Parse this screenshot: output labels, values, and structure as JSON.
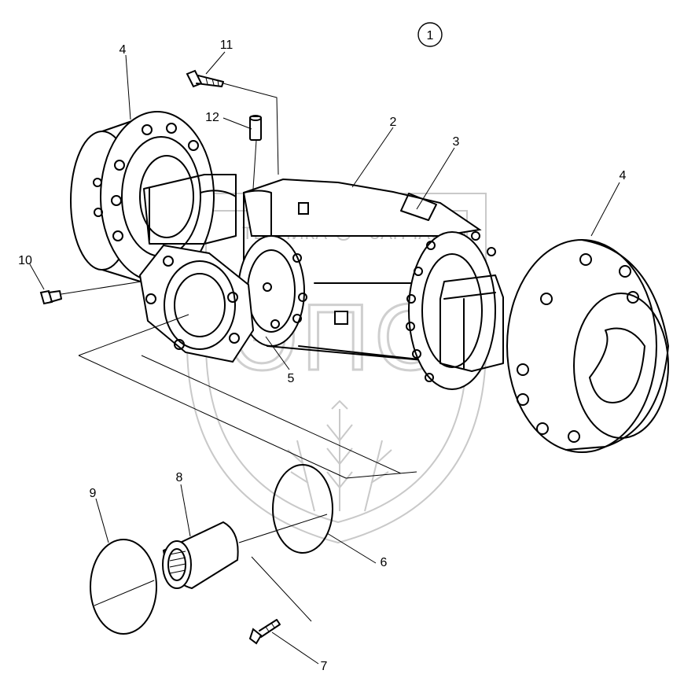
{
  "diagram": {
    "group_badge": "1",
    "watermark": {
      "left_text": "ТЕХНИКА",
      "right_text": "ЗАПЧАСТИ",
      "monogram": "ЭПС"
    },
    "callouts": [
      {
        "id": "c1",
        "label": "2"
      },
      {
        "id": "c2",
        "label": "3"
      },
      {
        "id": "c3",
        "label": "4"
      },
      {
        "id": "c4",
        "label": "4"
      },
      {
        "id": "c5",
        "label": "5"
      },
      {
        "id": "c6",
        "label": "6"
      },
      {
        "id": "c7",
        "label": "7"
      },
      {
        "id": "c8",
        "label": "8"
      },
      {
        "id": "c9",
        "label": "9"
      },
      {
        "id": "c10",
        "label": "10"
      },
      {
        "id": "c11",
        "label": "11"
      },
      {
        "id": "c12",
        "label": "12"
      }
    ]
  }
}
